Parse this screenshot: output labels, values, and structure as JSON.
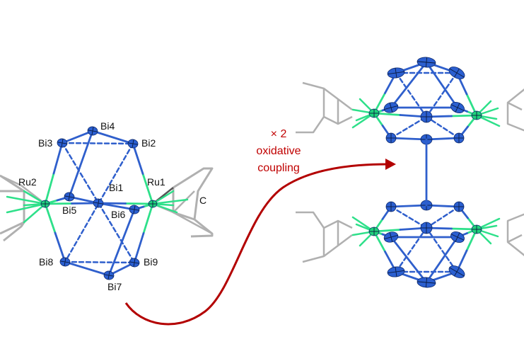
{
  "figure": {
    "caption": {
      "multiplier": "× 2",
      "line1": "oxidative",
      "line2": "coupling"
    },
    "colors": {
      "bismuth": "#2b5fd0",
      "bismuth_bond": "#2f5fcc",
      "ruthenium": "#1fd17a",
      "ruthenium_bond": "#2ee08a",
      "carbon_bond": "#b0b0b0",
      "arrow": "#b30000",
      "caption": "#c00000",
      "label": "#111111"
    },
    "left_molecule": {
      "name": "monomer",
      "labels": [
        {
          "id": "Bi4",
          "text": "Bi4"
        },
        {
          "id": "Bi3",
          "text": "Bi3"
        },
        {
          "id": "Bi2",
          "text": "Bi2"
        },
        {
          "id": "Ru2",
          "text": "Ru2"
        },
        {
          "id": "Ru1",
          "text": "Ru1"
        },
        {
          "id": "Bi1",
          "text": "Bi1"
        },
        {
          "id": "Bi5",
          "text": "Bi5"
        },
        {
          "id": "Bi6",
          "text": "Bi6"
        },
        {
          "id": "C",
          "text": "C"
        },
        {
          "id": "Bi8",
          "text": "Bi8"
        },
        {
          "id": "Bi9",
          "text": "Bi9"
        },
        {
          "id": "Bi7",
          "text": "Bi7"
        }
      ]
    },
    "right_molecule": {
      "name": "dimer"
    }
  }
}
